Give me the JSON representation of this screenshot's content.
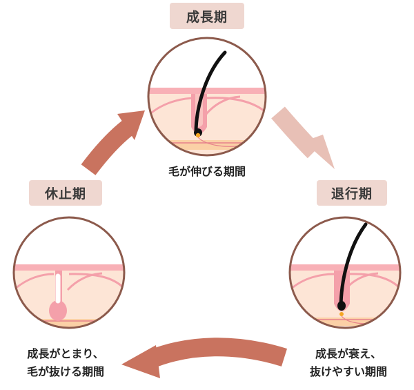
{
  "stages": {
    "growth": {
      "label": "成長期",
      "caption": "毛が伸びる期間"
    },
    "regression": {
      "label": "退行期",
      "caption_lines": [
        "成長が衰え、",
        "抜けやすい期間"
      ]
    },
    "resting": {
      "label": "休止期",
      "caption_lines": [
        "成長がとまり、",
        "毛が抜ける期間"
      ]
    }
  },
  "colors": {
    "badge_bg": "#efd7d0",
    "skin": "#fde5d6",
    "skin_band": "#f8b0b6",
    "follicle": "#f4a0aa",
    "bottom_band": "#fbd0a6",
    "circle_border": "#8c5a4c",
    "arrow_strong": "#c9735f",
    "arrow_light": "#e8c0b6",
    "hair": "#111111"
  }
}
